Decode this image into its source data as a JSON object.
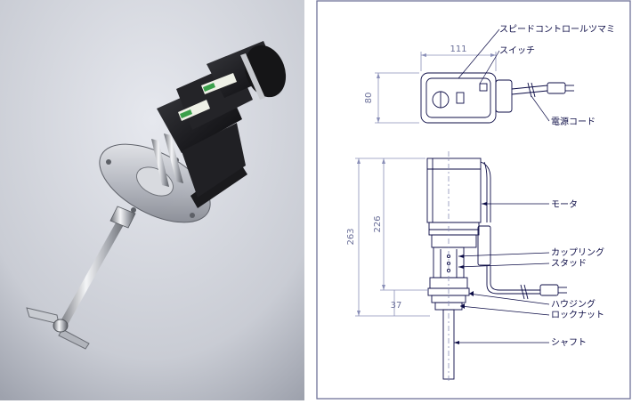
{
  "dimensions": {
    "width_top": "111",
    "height_top": "80",
    "total_height": "263",
    "upper_height": "226",
    "lower_height": "37"
  },
  "labels": {
    "speed_knob": "スピードコントロールツマミ",
    "switch": "スイッチ",
    "power_cord": "電源コード",
    "motor": "モータ",
    "coupling": "カップリング",
    "stud": "スタッド",
    "housing": "ハウジング",
    "lock_nut": "ロックナット",
    "shaft": "シャフト"
  },
  "colors": {
    "drawing_line": "#0c0c46",
    "dimension_line": "#8a8fb8",
    "photo_background": "#c8ccd4"
  }
}
